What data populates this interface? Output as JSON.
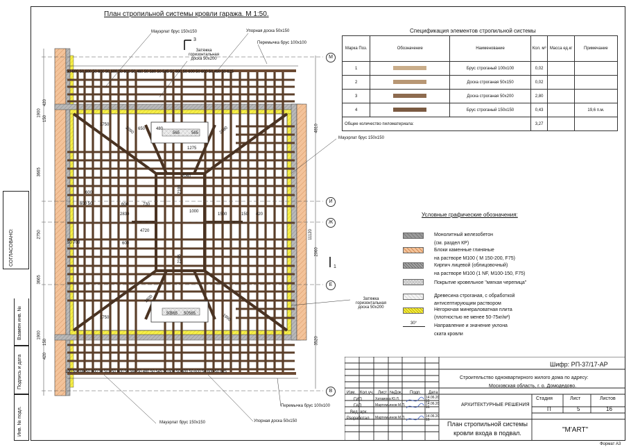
{
  "plan": {
    "title": "План стропильной системы кровли гаража. М 1:50.",
    "section_mark": "3",
    "section_mark_right": "1",
    "callouts": {
      "mauerlat_top_left": "Мауэрлат брус 150х150",
      "tie_top": "Затяжка горизонтальная доска 50х200",
      "support_top": "Упорная доска 50х150",
      "jumper_top": "Перемычка брус 100х100",
      "mauerlat_right": "Мауэрлат брус 150х150",
      "tie_right": "Затяжка горизонтальная доска 50х200",
      "jumper_bottom": "Перемычка брус 100х100",
      "mauerlat_bottom": "Мауэрлат брус 150х150",
      "support_bottom": "Упорная доска 50х150",
      "slope": "30°"
    },
    "axes": [
      "М",
      "И",
      "Ж",
      "Е",
      "В"
    ],
    "top_dims": "50 600 50 600 50 600 50 600 50 600 50 460 50 580 50 545 50 600 50 600 50 600 50 450 50 625",
    "bottom_dims": "100 50 598 50 600 50 501 50 600 50 560 50 480 50 545 50 600 50 600 50 600 50 600 50 625",
    "left_dims": [
      "1900",
      "150",
      "420",
      "3665",
      "2750",
      "3665",
      "1900",
      "150",
      "420"
    ],
    "right_dims": [
      "4810",
      "11120",
      "2060",
      "3520"
    ],
    "inner_dims": [
      "1750",
      "650",
      "480",
      "565",
      "565",
      "1275",
      "2185",
      "2040",
      "600",
      "600 50",
      "2830",
      "600",
      "4720",
      "730",
      "1000",
      "1500",
      "150",
      "420",
      "2185",
      "1800",
      "50 700",
      "600",
      "1750",
      "565",
      "50",
      "565",
      "50",
      "2180",
      "2090",
      "1990"
    ]
  },
  "spec": {
    "title": "Спецификация элементов стропильной системы",
    "headers": [
      "Марка Поз.",
      "Обозначение",
      "Наименование",
      "Кол. м³",
      "Масса ед.кг",
      "Примечание"
    ],
    "rows": [
      {
        "pos": "1",
        "name": "Брус строганый 100х100",
        "qty": "0,02",
        "mass": "",
        "note": "",
        "color": "#c9ad8a"
      },
      {
        "pos": "2",
        "name": "Доска строганая 50х150",
        "qty": "0,02",
        "mass": "",
        "note": "",
        "color": "#b89774"
      },
      {
        "pos": "3",
        "name": "Доска строганая 50х200",
        "qty": "2,80",
        "mass": "",
        "note": "",
        "color": "#8d6b4f"
      },
      {
        "pos": "4",
        "name": "Брус строганый 150х150",
        "qty": "0,43",
        "mass": "",
        "note": "19,6 п.м.",
        "color": "#7a5a41"
      }
    ],
    "total_label": "Общее количество пиломатериала:",
    "total_qty": "3,27"
  },
  "legend": {
    "title": "Условные графические обозначения:",
    "items": [
      {
        "text": "Монолитный железобетон",
        "sub": "(см. раздел КР)",
        "color": "#9b9b9b"
      },
      {
        "text": "Блоки каменные глиняные",
        "sub": "на растворе М100 ( М 150-200, F75)",
        "color": "#f0b98a"
      },
      {
        "text": "Кирпич лицевой (облицовочный)",
        "sub": "на растворе М100 (1 NF, М100-150, F75)",
        "color": "#a6a6a6"
      },
      {
        "text": "Покрытие кровельное \"мягкая черепица\"",
        "sub": "",
        "color": "#e3e3e3"
      },
      {
        "text": "Древесина строганая, с обработкой",
        "sub": "антисептирующим раствором",
        "color": "#f4f4f4"
      },
      {
        "text": "Негорючая минераловатная плита",
        "sub": "(плотностью не менее 50-75кг/м³)",
        "color": "#f3ef47"
      },
      {
        "text": "Направление и значение уклона",
        "sub": "ската кровли",
        "color": ""
      }
    ],
    "slope_sample": "30°"
  },
  "stamp": {
    "cipher": "Шифр: РП-37/17-АР",
    "project": "Строительство одноквартирного жилого дома по адресу:",
    "address": "Московская область, г. о. Домодедово.",
    "col_headers": [
      "Изм.",
      "Кол.уч.",
      "Лист",
      "№Док.",
      "Подп.",
      "Дата"
    ],
    "people": [
      {
        "role": "ГИП",
        "name": "Хатамова Ю.Л.",
        "date": "14.06.20 16"
      },
      {
        "role": "ГАП",
        "name": "Мартемьянов М.П.",
        "date": "14.06.20 16"
      },
      {
        "role": "Вед. арх.",
        "name": "",
        "date": ""
      },
      {
        "role": "Разработал",
        "name": "Мартемьянов М.П.",
        "date": "14.06.20 16"
      }
    ],
    "section": "АРХИТЕКТУРНЫЕ РЕШЕНИЯ",
    "stage_label": "Стадия",
    "sheet_label": "Лист",
    "sheets_label": "Листов",
    "stage": "П",
    "sheet": "5",
    "sheets": "16",
    "drawing_title": "План стропильной системы кровли входа в подвал.",
    "company": "\"M'ART\""
  },
  "sidebar": {
    "agreed": "СОГЛАСОВАНО:",
    "inv_replaced": "Взамен инв. №",
    "sign_date": "Подпись и дата",
    "inv_orig": "Инв. № подл."
  },
  "format": "Формат А3"
}
